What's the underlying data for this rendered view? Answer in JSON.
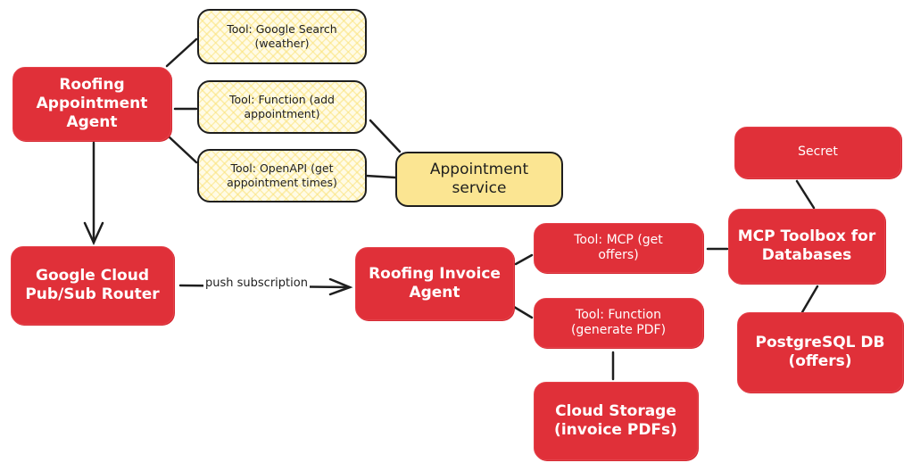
{
  "diagram": {
    "colors": {
      "agent_fill": "#e03039",
      "tool_fill": "#fffbe6",
      "tool_hatch": "#fae278",
      "service_fill": "#fbe592",
      "stroke": "#1e1e1e",
      "text_light": "#ffffff",
      "text_dark": "#1e1e1e"
    },
    "nodes": {
      "roofing_appointment_agent": "Roofing\nAppointment\nAgent",
      "tool_google_search": "Tool: Google Search\n(weather)",
      "tool_function_add": "Tool: Function (add\nappointment)",
      "tool_openapi": "Tool: OpenAPI (get\nappointment times)",
      "appointment_service": "Appointment\nservice",
      "pubsub_router": "Google Cloud\nPub/Sub Router",
      "roofing_invoice_agent": "Roofing Invoice\nAgent",
      "tool_mcp": "Tool: MCP (get\noffers)",
      "tool_function_pdf": "Tool: Function\n(generate PDF)",
      "cloud_storage": "Cloud Storage\n(invoice PDFs)",
      "secret": "Secret",
      "mcp_toolbox": "MCP Toolbox for\nDatabases",
      "postgresql": "PostgreSQL DB\n(offers)"
    },
    "edges": [
      {
        "from": "roofing_appointment_agent",
        "to": "tool_google_search",
        "arrow": false
      },
      {
        "from": "roofing_appointment_agent",
        "to": "tool_function_add",
        "arrow": false
      },
      {
        "from": "roofing_appointment_agent",
        "to": "tool_openapi",
        "arrow": false
      },
      {
        "from": "tool_function_add",
        "to": "appointment_service",
        "arrow": false
      },
      {
        "from": "tool_openapi",
        "to": "appointment_service",
        "arrow": false
      },
      {
        "from": "roofing_appointment_agent",
        "to": "pubsub_router",
        "arrow": true
      },
      {
        "from": "pubsub_router",
        "to": "roofing_invoice_agent",
        "arrow": true,
        "label": "push subscription"
      },
      {
        "from": "roofing_invoice_agent",
        "to": "tool_mcp",
        "arrow": false
      },
      {
        "from": "roofing_invoice_agent",
        "to": "tool_function_pdf",
        "arrow": false
      },
      {
        "from": "tool_mcp",
        "to": "mcp_toolbox",
        "arrow": false
      },
      {
        "from": "secret",
        "to": "mcp_toolbox",
        "arrow": false
      },
      {
        "from": "mcp_toolbox",
        "to": "postgresql",
        "arrow": false
      },
      {
        "from": "tool_function_pdf",
        "to": "cloud_storage",
        "arrow": false
      }
    ],
    "edge_label_push": "push subscription"
  }
}
